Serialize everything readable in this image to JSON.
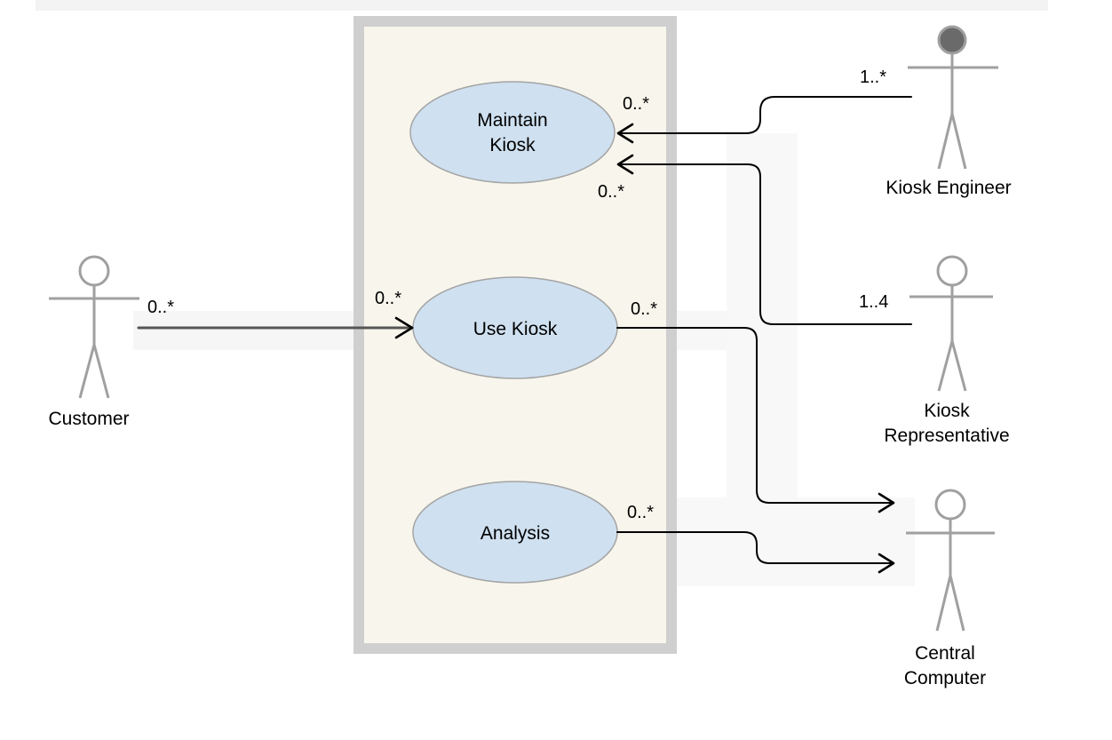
{
  "colors": {
    "system_border": "#cfcfcf",
    "system_fill": "#f8f6ec",
    "usecase_fill": "#cfe0f0",
    "usecase_stroke": "#a4a4a4",
    "actor_stroke": "#a0a0a0",
    "actor_head_dark": "#6a6a6a",
    "connector": "#000000"
  },
  "use_cases": {
    "maintain_kiosk": {
      "line1": "Maintain",
      "line2": "Kiosk"
    },
    "use_kiosk": {
      "label": "Use Kiosk"
    },
    "analysis": {
      "label": "Analysis"
    }
  },
  "actors": {
    "customer": {
      "label": "Customer"
    },
    "kiosk_engineer": {
      "label": "Kiosk Engineer"
    },
    "kiosk_representative": {
      "line1": "Kiosk",
      "line2": "Representative"
    },
    "central_computer": {
      "line1": "Central",
      "line2": "Computer"
    }
  },
  "multiplicities": {
    "engineer_actor_end": "1..*",
    "engineer_usecase_end": "0..*",
    "representative_actor_end": "1..4",
    "representative_usecase_end": "0..*",
    "customer_actor_end": "0..*",
    "customer_usecase_end": "0..*",
    "usekiosk_usecase_end": "0..*",
    "analysis_usecase_end": "0..*"
  }
}
